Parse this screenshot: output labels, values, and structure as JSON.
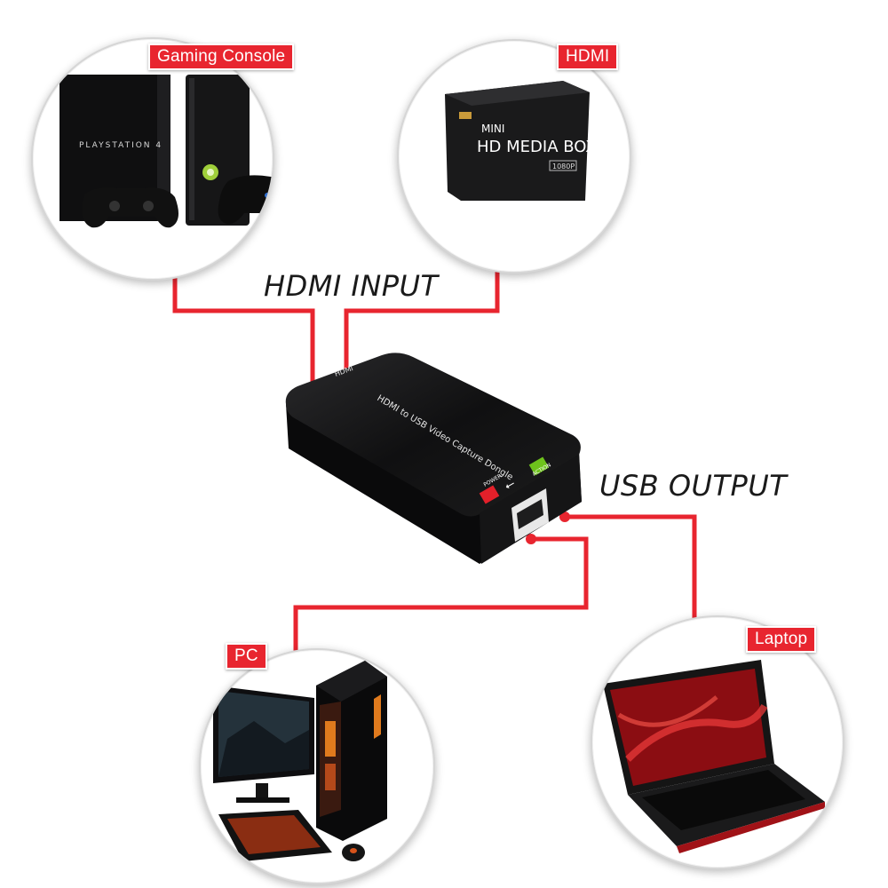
{
  "devices": {
    "gaming_console": {
      "label": "Gaming Console",
      "console_text": "PLAYSTATION 4"
    },
    "hdmi_box": {
      "label": "HDMI",
      "brand_mini": "MINI",
      "brand_title": "HD MEDIA BOX",
      "badge": "1080P"
    },
    "pc": {
      "label": "PC"
    },
    "laptop": {
      "label": "Laptop"
    }
  },
  "captions": {
    "input": "HDMI INPUT",
    "output": "USB OUTPUT"
  },
  "dongle": {
    "title": "HDMI to USB Video Capture Dongle",
    "port_label": "HDMI",
    "power_label": "POWER",
    "action_label": "ACTION"
  },
  "colors": {
    "wire": "#e8252f",
    "tag": "#e8252f",
    "led_green": "#6ec21c",
    "led_red": "#e3202a"
  }
}
